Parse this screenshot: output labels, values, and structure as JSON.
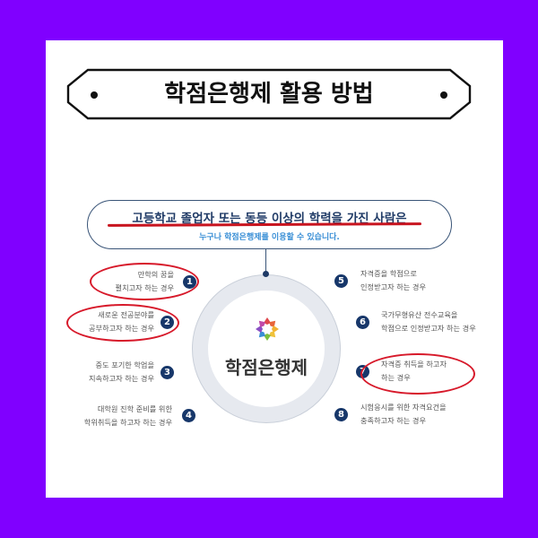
{
  "colors": {
    "background": "#8000ff",
    "card": "#ffffff",
    "accent_navy": "#17376a",
    "highlight_red": "#d7192a",
    "subtitle_blue": "#3a8fd6"
  },
  "banner": {
    "title": "학점은행제 활용 방법"
  },
  "eligibility": {
    "main": "고등학교 졸업자 또는 동등 이상의 학력을 가진 사람은",
    "sub": "누구나 학점은행제를 이용할 수 있습니다."
  },
  "center": {
    "logo_icon": "flower-logo-icon",
    "label": "학점은행제"
  },
  "items": [
    {
      "num": "1",
      "line1": "만학의 꿈을",
      "line2": "펼치고자 하는 경우",
      "circled": true
    },
    {
      "num": "2",
      "line1": "새로운 전공분야를",
      "line2": "공부하고자 하는 경우",
      "circled": true
    },
    {
      "num": "3",
      "line1": "중도 포기한 학업을",
      "line2": "지속하고자 하는 경우",
      "circled": false
    },
    {
      "num": "4",
      "line1": "대학원 진학 준비를 위한",
      "line2": "학위취득을 하고자 하는 경우",
      "circled": false
    },
    {
      "num": "5",
      "line1": "자격증을 학점으로",
      "line2": "인정받고자 하는 경우",
      "circled": false
    },
    {
      "num": "6",
      "line1": "국가무형유산 전수교육을",
      "line2": "학점으로 인정받고자 하는 경우",
      "circled": false
    },
    {
      "num": "7",
      "line1": "자격증 취득을 하고자",
      "line2": "하는 경우",
      "circled": true
    },
    {
      "num": "8",
      "line1": "시험응시를 위한 자격요건을",
      "line2": "충족하고자 하는 경우",
      "circled": false
    }
  ]
}
